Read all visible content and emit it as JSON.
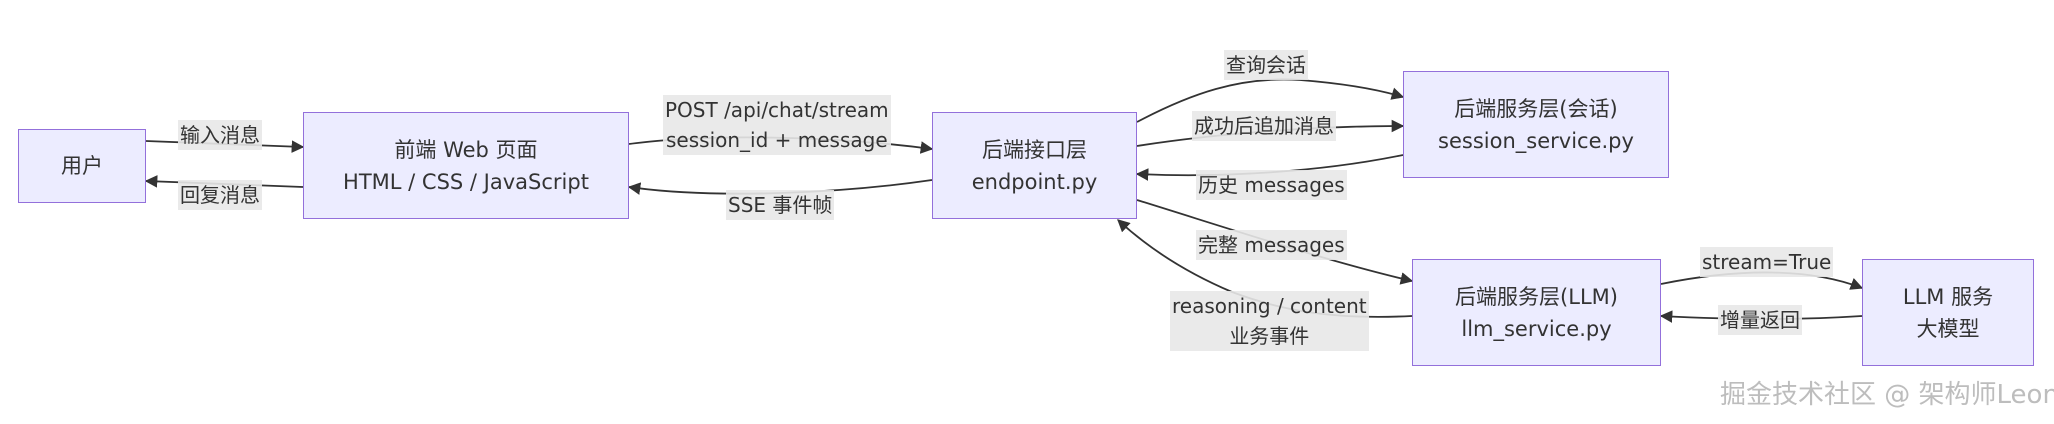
{
  "nodes": {
    "user": {
      "label": "用户"
    },
    "frontend": {
      "line1": "前端 Web 页面",
      "line2": "HTML / CSS / JavaScript"
    },
    "endpoint": {
      "line1": "后端接口层",
      "line2": "endpoint.py"
    },
    "session_service": {
      "line1": "后端服务层(会话)",
      "line2": "session_service.py"
    },
    "llm_service": {
      "line1": "后端服务层(LLM)",
      "line2": "llm_service.py"
    },
    "llm": {
      "line1": "LLM 服务",
      "line2": "大模型"
    }
  },
  "edges": {
    "user_to_frontend": "输入消息",
    "frontend_to_user": "回复消息",
    "frontend_to_endpoint": {
      "line1": "POST /api/chat/stream",
      "line2": "session_id + message"
    },
    "endpoint_to_frontend": "SSE 事件帧",
    "endpoint_query_session": "查询会话",
    "endpoint_append_messages": "成功后追加消息",
    "session_to_endpoint": "历史 messages",
    "endpoint_to_llm_service": "完整 messages",
    "llm_service_to_endpoint": {
      "line1": "reasoning / content",
      "line2": "业务事件"
    },
    "llm_service_to_llm": "stream=True",
    "llm_to_llm_service": "增量返回"
  },
  "colors": {
    "node_fill": "#ececff",
    "node_border": "#9370db",
    "edge": "#333333",
    "label_bg": "#e8e8e8"
  },
  "watermark": "掘金技术社区 @ 架构师Leon"
}
